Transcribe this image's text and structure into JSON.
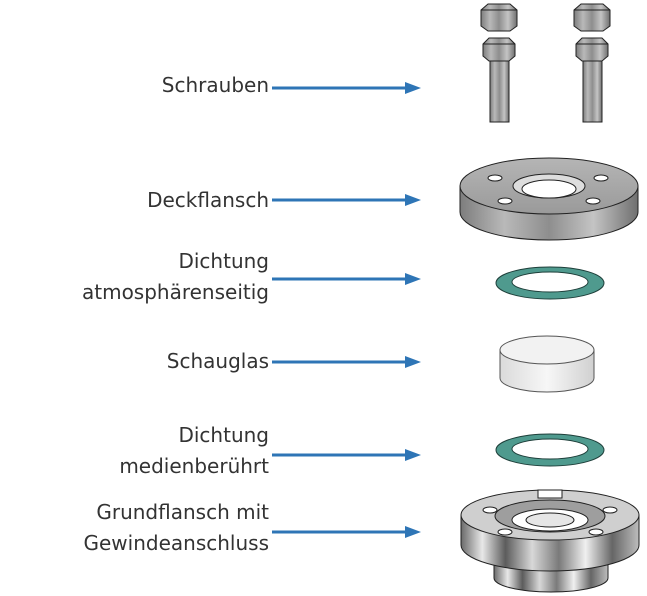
{
  "colors": {
    "arrow": "#2e75b6",
    "text": "#333333",
    "gasket": "#4f9a8e",
    "metal": "#a9a9a9",
    "glass": "#eeeeee"
  },
  "labels": {
    "schrauben": "Schrauben",
    "deckflansch": "Deckflansch",
    "dichtung_atm": {
      "line1": "Dichtung",
      "line2": "atmosphärenseitig"
    },
    "schauglas": "Schauglas",
    "dichtung_med": {
      "line1": "Dichtung",
      "line2": "medienberührt"
    },
    "grundflansch": {
      "line1": "Grundflansch mit",
      "line2": "Gewindeanschluss"
    }
  }
}
